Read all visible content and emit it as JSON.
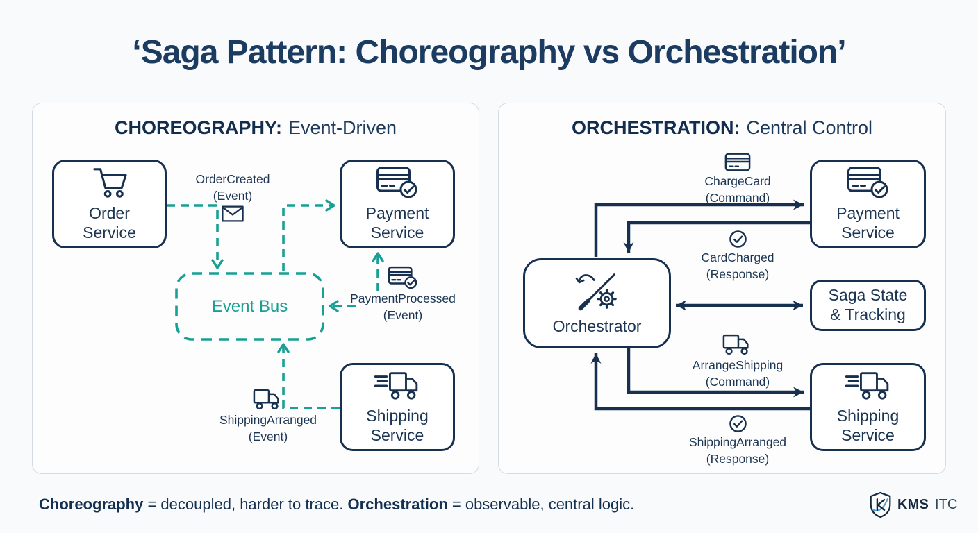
{
  "title": "‘Saga Pattern: Choreography vs Orchestration’",
  "left": {
    "heading_bold": "CHOREOGRAPHY:",
    "heading_rest": "Event-Driven",
    "order_service": {
      "line1": "Order",
      "line2": "Service"
    },
    "payment_service": {
      "line1": "Payment",
      "line2": "Service"
    },
    "event_bus": "Event Bus",
    "shipping_service": {
      "line1": "Shipping",
      "line2": "Service"
    },
    "order_created": {
      "line1": "OrderCreated",
      "line2": "(Event)"
    },
    "payment_processed": {
      "line1": "PaymentProcessed",
      "line2": "(Event)"
    },
    "shipping_arranged": {
      "line1": "ShippingArranged",
      "line2": "(Event)"
    }
  },
  "right": {
    "heading_bold": "ORCHESTRATION:",
    "heading_rest": "Central Control",
    "orchestrator": "Orchestrator",
    "payment_service": {
      "line1": "Payment",
      "line2": "Service"
    },
    "saga_state": {
      "line1": "Saga State",
      "line2": "& Tracking"
    },
    "shipping_service": {
      "line1": "Shipping",
      "line2": "Service"
    },
    "charge_card": {
      "line1": "ChargeCard",
      "line2": "(Command)"
    },
    "card_charged": {
      "line1": "CardCharged",
      "line2": "(Response)"
    },
    "arrange_shipping": {
      "line1": "ArrangeShipping",
      "line2": "(Command)"
    },
    "shipping_arranged": {
      "line1": "ShippingArranged",
      "line2": "(Response)"
    }
  },
  "footer": {
    "bold1": "Choreography",
    "rest1": " = decoupled, harder to trace. ",
    "bold2": "Orchestration",
    "rest2": " = observable, central logic."
  },
  "logo": {
    "brand": "KMS",
    "suffix": "ITC"
  },
  "colors": {
    "navy": "#17304f",
    "teal": "#17a093",
    "panel_border": "#d5dbe1",
    "accent_blue": "#4aa0d8"
  }
}
